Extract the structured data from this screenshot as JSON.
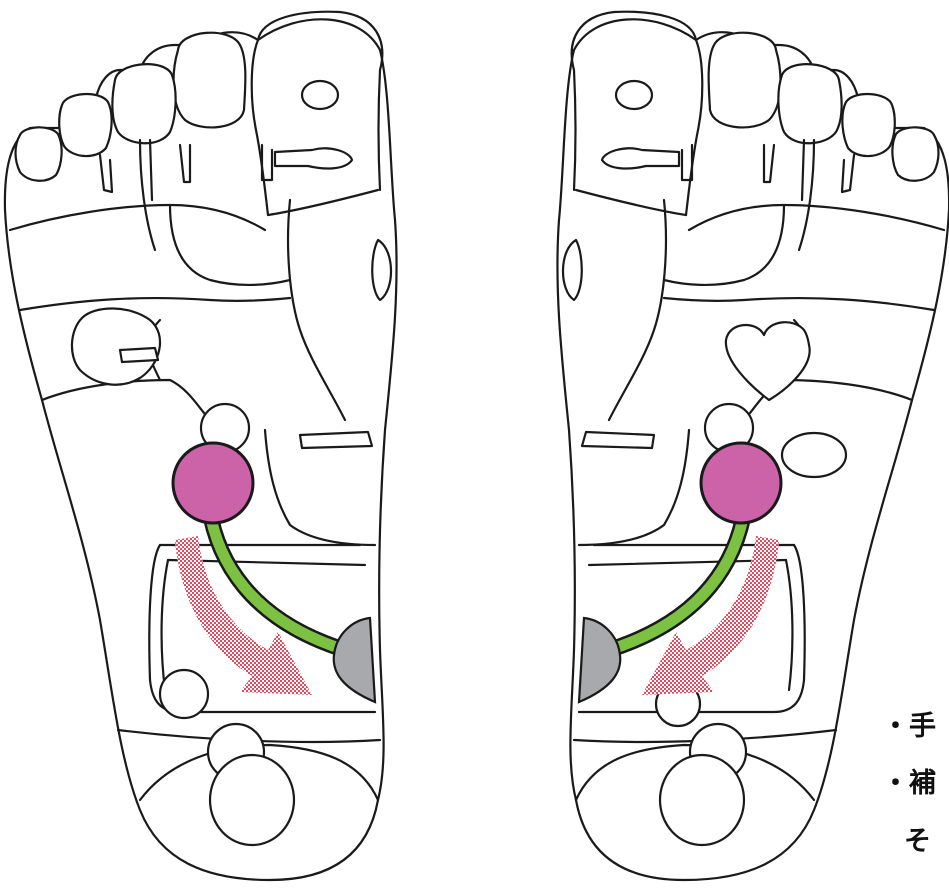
{
  "notes": [
    "・手",
    "・補",
    "そ"
  ],
  "colors": {
    "outline": "#1a1a1a",
    "kidney_point": "#cc63a9",
    "ureter_line": "#7cc142",
    "bladder": "#a7a9ac",
    "arrow": "#e8485c"
  },
  "icons": [
    "foot-left-icon",
    "foot-right-icon",
    "flow-arrow-icon"
  ]
}
